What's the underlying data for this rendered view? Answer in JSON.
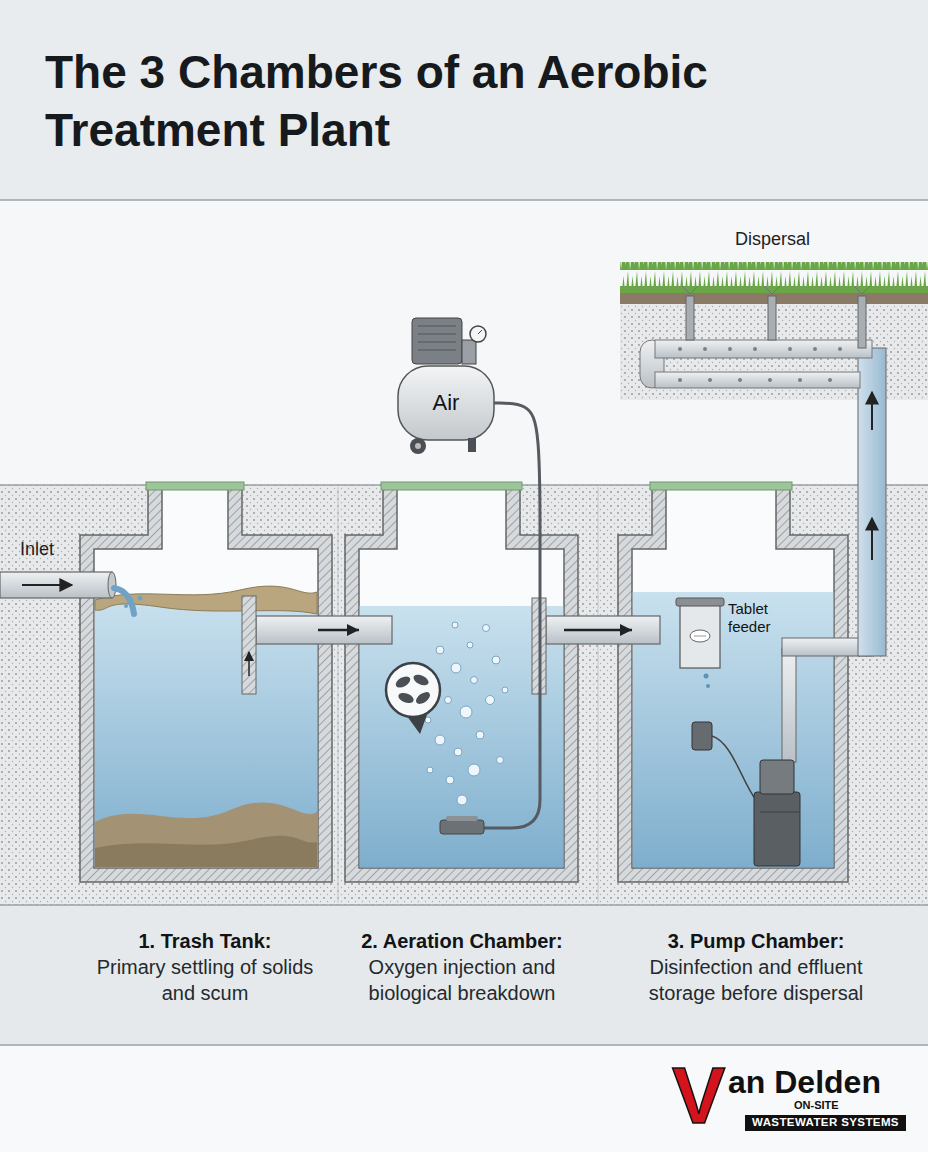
{
  "diagram": {
    "title": "The 3 Chambers of an Aerobic Treatment Plant",
    "nodes": [
      {
        "text": [
          "1. Trash Tank:",
          "Primary settling of solids and scum"
        ]
      },
      {
        "text": [
          "2. Aeration Chamber:",
          "Oxygen injection and biological breakdown"
        ]
      },
      {
        "text": [
          "3. Pump Chamber:",
          "Disinfection and effluent storage before dispersal"
        ]
      },
      {
        "text": [
          "Air"
        ]
      },
      {
        "text": [
          "Tablet feeder"
        ],
        "in": 2
      }
    ],
    "edges": [
      {
        "from": 0,
        "to": 1,
        "arrow": "to"
      },
      {
        "from": 1,
        "to": 2,
        "arrow": "to"
      },
      {
        "from": 3,
        "to": 1,
        "arrow": "none"
      }
    ],
    "labels": [
      "Inlet",
      "Dispersal",
      "V",
      "an Delden",
      "ON-SITE",
      "WASTEWATER SYSTEMS"
    ]
  }
}
